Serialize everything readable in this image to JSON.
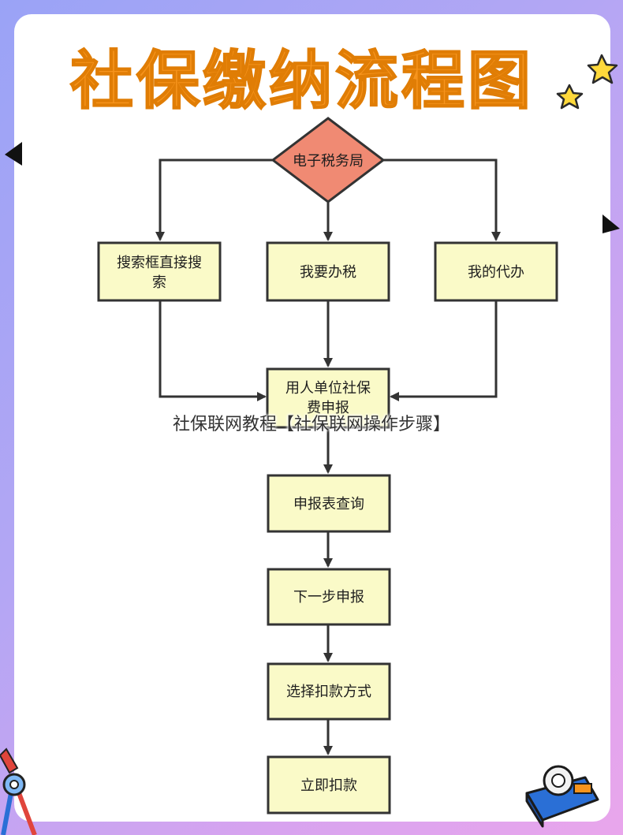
{
  "title": "社保缴纳流程图",
  "watermark": "社保联网教程【社保联网操作步骤】",
  "nodes": {
    "start": "电子税务局",
    "search_line1": "搜索框直接搜",
    "search_line2": "索",
    "tax": "我要办税",
    "agent": "我的代办",
    "declare_line1": "用人单位社保",
    "declare_line2": "费申报",
    "query": "申报表查询",
    "next": "下一步申报",
    "payment_method": "选择扣款方式",
    "pay_now": "立即扣款"
  },
  "colors": {
    "title": "#f7941d",
    "diamond_fill": "#f08a73",
    "box_fill": "#fafac8",
    "stroke": "#333333",
    "star": "#ffd93b",
    "background_start": "#9aa3f6",
    "background_end": "#e9a6ec"
  },
  "icons": [
    "star-icon",
    "triangle-arrow-icon",
    "compass-icon",
    "tape-dispenser-icon"
  ]
}
